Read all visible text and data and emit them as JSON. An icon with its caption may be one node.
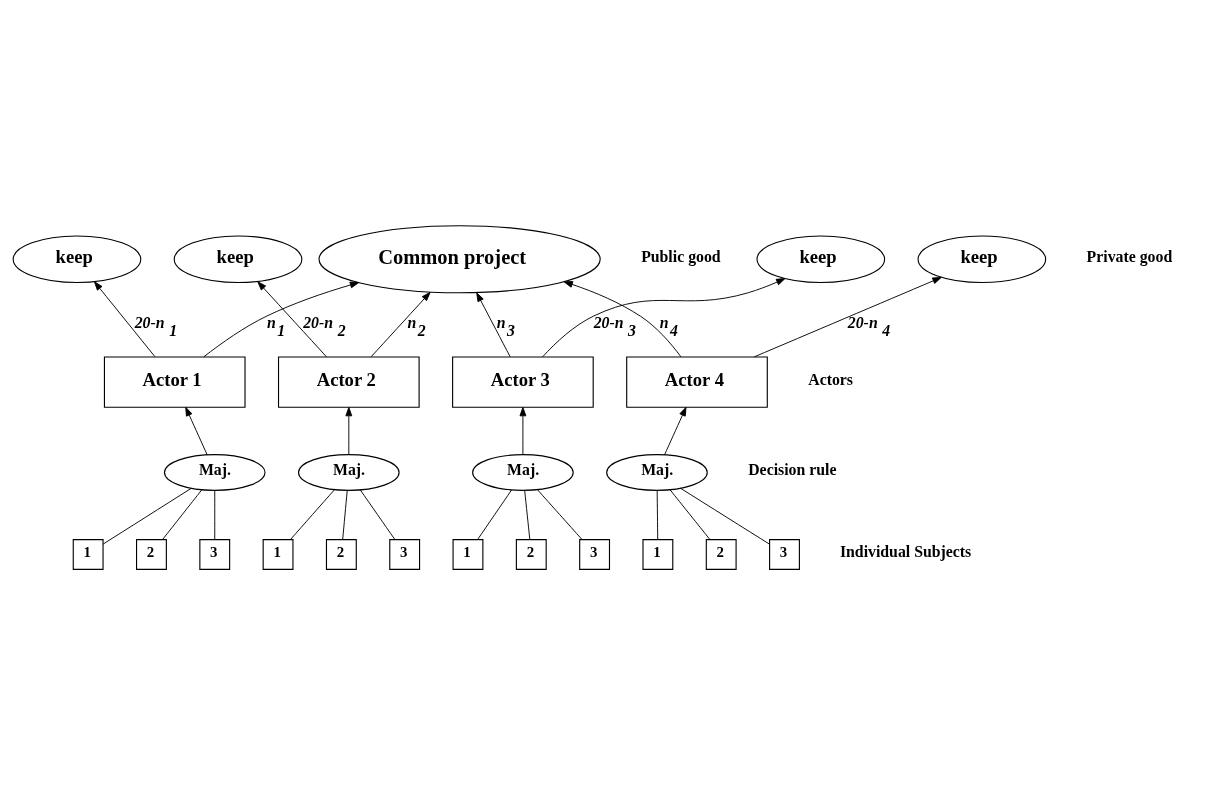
{
  "diagram": {
    "nodes": [
      {
        "text": [
          "Common project"
        ]
      },
      {
        "text": [
          "keep"
        ]
      },
      {
        "text": [
          "keep"
        ]
      },
      {
        "text": [
          "keep"
        ]
      },
      {
        "text": [
          "keep"
        ]
      },
      {
        "text": [
          "Actor 1"
        ]
      },
      {
        "text": [
          "Actor 2"
        ]
      },
      {
        "text": [
          "Actor 3"
        ]
      },
      {
        "text": [
          "Actor 4"
        ]
      },
      {
        "text": [
          "Maj."
        ]
      },
      {
        "text": [
          "Maj."
        ]
      },
      {
        "text": [
          "Maj."
        ]
      },
      {
        "text": [
          "Maj."
        ]
      },
      {
        "text": [
          "1"
        ]
      },
      {
        "text": [
          "2"
        ]
      },
      {
        "text": [
          "3"
        ]
      },
      {
        "text": [
          "1"
        ]
      },
      {
        "text": [
          "2"
        ]
      },
      {
        "text": [
          "3"
        ]
      },
      {
        "text": [
          "1"
        ]
      },
      {
        "text": [
          "2"
        ]
      },
      {
        "text": [
          "3"
        ]
      },
      {
        "text": [
          "1"
        ]
      },
      {
        "text": [
          "2"
        ]
      },
      {
        "text": [
          "3"
        ]
      }
    ],
    "edges": [
      {
        "from": 5,
        "to": 1,
        "arrow": "to",
        "label": "20-n$_{1}$"
      },
      {
        "from": 5,
        "to": 0,
        "arrow": "to",
        "label": "n$_{1}$"
      },
      {
        "from": 6,
        "to": 2,
        "arrow": "to",
        "label": "20-n$_{2}$"
      },
      {
        "from": 6,
        "to": 0,
        "arrow": "to",
        "label": "n$_{2}$"
      },
      {
        "from": 7,
        "to": 0,
        "arrow": "to",
        "label": "n$_{3}$"
      },
      {
        "from": 7,
        "to": 3,
        "arrow": "to",
        "label": "20-n$_{3}$"
      },
      {
        "from": 8,
        "to": 0,
        "arrow": "to",
        "label": "n$_{4}$"
      },
      {
        "from": 8,
        "to": 4,
        "arrow": "to",
        "label": "20-n$_{4}$"
      },
      {
        "from": 9,
        "to": 5,
        "arrow": "to"
      },
      {
        "from": 10,
        "to": 6,
        "arrow": "to"
      },
      {
        "from": 11,
        "to": 7,
        "arrow": "to"
      },
      {
        "from": 12,
        "to": 8,
        "arrow": "to"
      },
      {
        "from": 13,
        "to": 9,
        "arrow": "none"
      },
      {
        "from": 14,
        "to": 9,
        "arrow": "none"
      },
      {
        "from": 15,
        "to": 9,
        "arrow": "none"
      },
      {
        "from": 16,
        "to": 10,
        "arrow": "none"
      },
      {
        "from": 17,
        "to": 10,
        "arrow": "none"
      },
      {
        "from": 18,
        "to": 10,
        "arrow": "none"
      },
      {
        "from": 19,
        "to": 11,
        "arrow": "none"
      },
      {
        "from": 20,
        "to": 11,
        "arrow": "none"
      },
      {
        "from": 21,
        "to": 11,
        "arrow": "none"
      },
      {
        "from": 22,
        "to": 12,
        "arrow": "none"
      },
      {
        "from": 23,
        "to": 12,
        "arrow": "none"
      },
      {
        "from": 24,
        "to": 12,
        "arrow": "none"
      }
    ],
    "labels": [
      "Public good",
      "Private good",
      "Actors",
      "Decision rule",
      "Individual Subjects"
    ]
  }
}
